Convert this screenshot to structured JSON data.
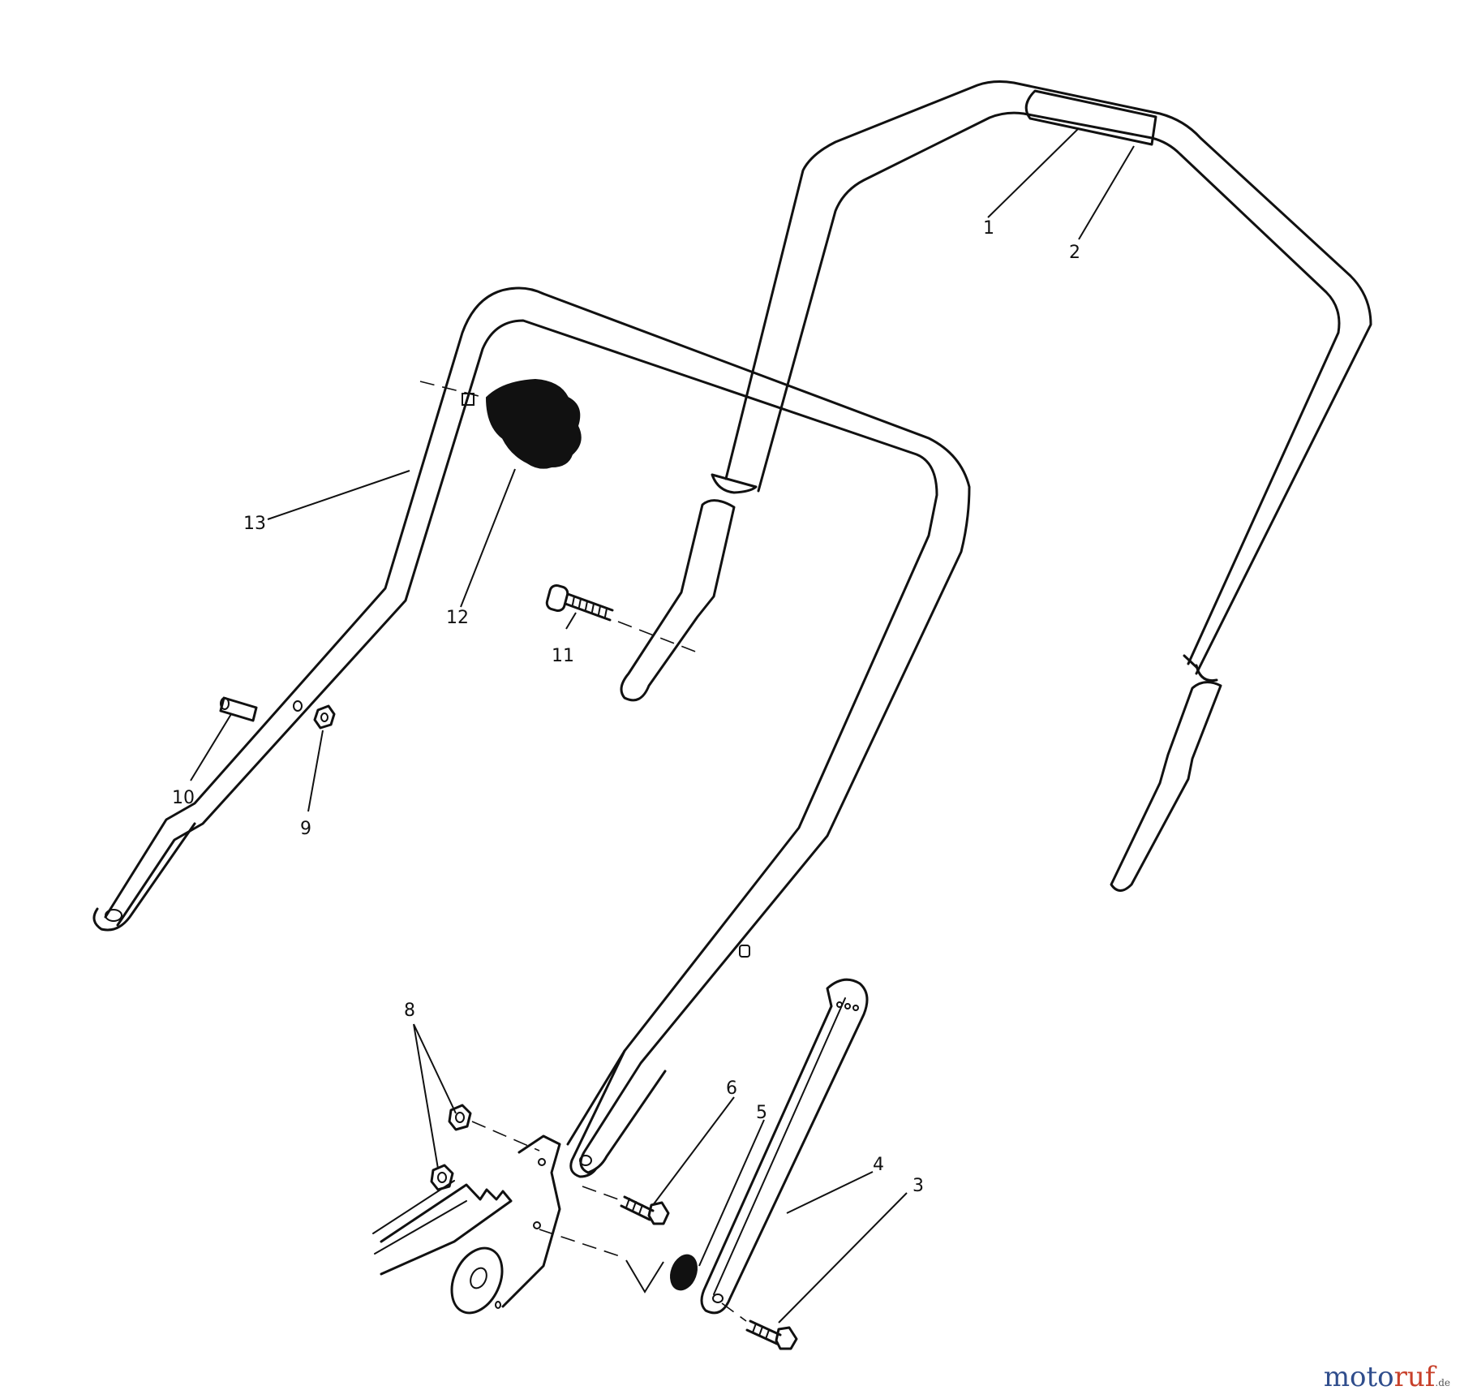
{
  "callouts": {
    "c1": "1",
    "c2": "2",
    "c3": "3",
    "c4": "4",
    "c5": "5",
    "c6": "6",
    "c8": "8",
    "c9": "9",
    "c10": "10",
    "c11": "11",
    "c12": "12",
    "c13": "13"
  },
  "watermark": {
    "part1": "moto",
    "part2": "ruf",
    "part3": ".de"
  }
}
